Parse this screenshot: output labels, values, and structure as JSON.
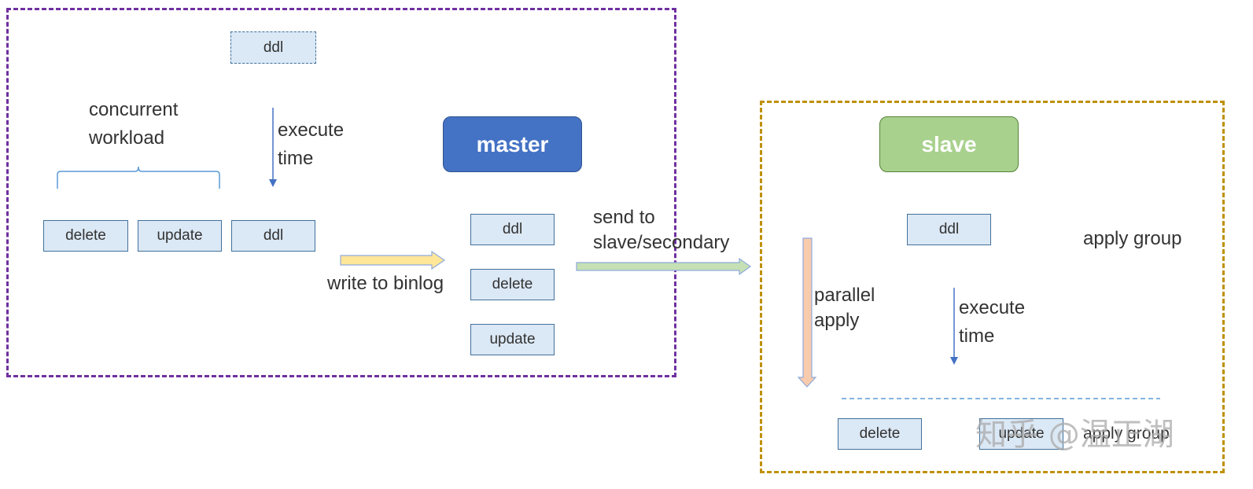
{
  "master_group": {
    "title": "master",
    "top_ddl": "ddl",
    "workload_label_line1": "concurrent",
    "workload_label_line2": "workload",
    "execute_label_line1": "execute",
    "execute_label_line2": "time",
    "row_boxes": [
      "delete",
      "update",
      "ddl"
    ],
    "binlog_boxes": [
      "ddl",
      "delete",
      "update"
    ],
    "write_label": "write to binlog"
  },
  "transfer": {
    "label_line1": "send to",
    "label_line2": "slave/secondary"
  },
  "slave_group": {
    "title": "slave",
    "ddl_box": "ddl",
    "apply_group_label": "apply group",
    "parallel_label_line1": "parallel",
    "parallel_label_line2": "apply",
    "execute_label_line1": "execute",
    "execute_label_line2": "time",
    "bottom_boxes": [
      "delete",
      "update"
    ],
    "bottom_apply_group_label": "apply group"
  },
  "watermark": "知乎 @温正湖",
  "colors": {
    "master_border": "#7030a0",
    "slave_border": "#bf9000",
    "master_title": "#4472c4",
    "slave_title": "#a9d18e",
    "box_fill": "#dbe8f5",
    "write_arrow": "#ffe699",
    "send_arrow": "#c5e0b4",
    "parallel_arrow": "#f8cbad"
  }
}
